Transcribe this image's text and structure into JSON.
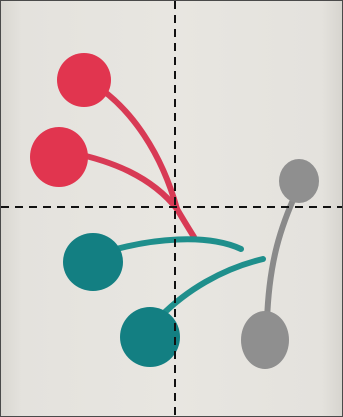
{
  "image": {
    "crosshair_visible": true,
    "crosshair_style": "dashed",
    "palette": {
      "background": "#e6e4df",
      "background_shade": "#d9d7d1",
      "red": "#e1354f",
      "red_stem": "#d83a55",
      "teal": "#137f82",
      "teal_stem": "#1f8f8c",
      "gray": "#8f8f8f",
      "gray_stem": "#8a8a8a",
      "crosshair": "#111111",
      "border": "#4a4a4a"
    },
    "shapes": [
      {
        "name": "red-circle-top",
        "color": "red",
        "icon": "filled-circle"
      },
      {
        "name": "red-circle-mid",
        "color": "red",
        "icon": "filled-circle"
      },
      {
        "name": "teal-circle-upper",
        "color": "teal",
        "icon": "filled-circle"
      },
      {
        "name": "teal-circle-lower",
        "color": "teal",
        "icon": "filled-circle"
      },
      {
        "name": "gray-circle-top",
        "color": "gray",
        "icon": "filled-circle"
      },
      {
        "name": "gray-circle-bottom",
        "color": "gray",
        "icon": "filled-circle"
      }
    ]
  }
}
